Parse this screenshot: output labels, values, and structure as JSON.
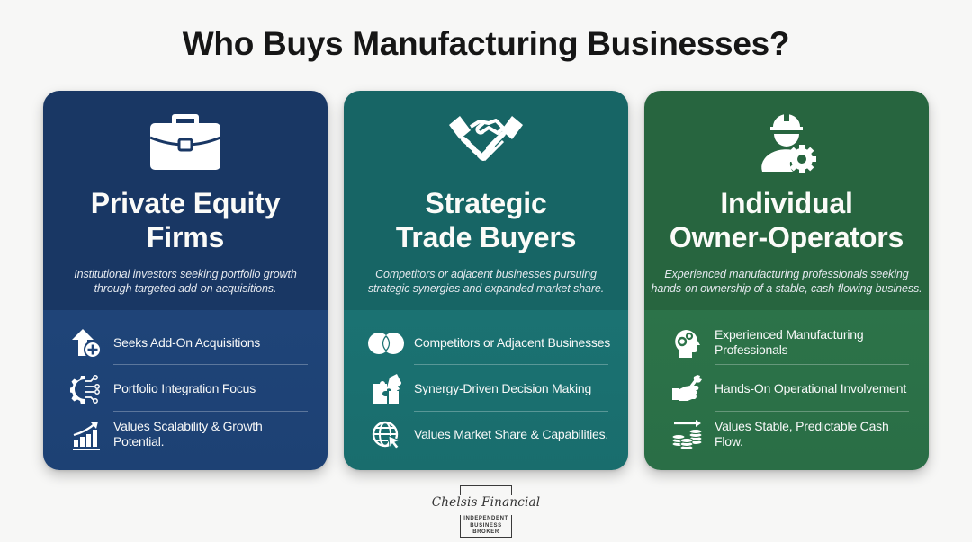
{
  "header": {
    "title": "Who Buys Manufacturing Businesses?"
  },
  "cards": [
    {
      "title_line1": "Private Equity",
      "title_line2": "Firms",
      "icon": "briefcase-icon",
      "color_top": "#193764",
      "color_bottom": "#1f4478",
      "description_line1": "Institutional investors seeking portfolio growth",
      "description_line2": "through targeted add-on acquisitions.",
      "items": [
        {
          "icon": "arrow-up-plus-icon",
          "label": "Seeks Add-On Acquisitions"
        },
        {
          "icon": "gear-circuit-icon",
          "label": "Portfolio Integration Focus"
        },
        {
          "icon": "growth-chart-icon",
          "label": "Values Scalability & Growth Potential."
        }
      ]
    },
    {
      "title_line1": "Strategic",
      "title_line2": "Trade Buyers",
      "icon": "handshake-icon",
      "color_top": "#176565",
      "color_bottom": "#1b7272",
      "description_line1": "Competitors or adjacent businesses pursuing",
      "description_line2": "strategic synergies and expanded market share.",
      "items": [
        {
          "icon": "overlapping-circles-icon",
          "label": "Competitors or Adjacent Businesses"
        },
        {
          "icon": "puzzle-icon",
          "label": "Synergy-Driven Decision Making"
        },
        {
          "icon": "globe-cursor-icon",
          "label": "Values Market Share & Capabilities."
        }
      ]
    },
    {
      "title_line1": "Individual",
      "title_line2": "Owner-Operators",
      "icon": "worker-gear-icon",
      "color_top": "#27653f",
      "color_bottom": "#2c7349",
      "description_line1": "Experienced manufacturing professionals seeking",
      "description_line2": "hands-on ownership of a stable, cash-flowing business.",
      "items": [
        {
          "icon": "head-gears-icon",
          "label": "Experienced Manufacturing Professionals"
        },
        {
          "icon": "hand-wrench-icon",
          "label": "Hands-On Operational Involvement"
        },
        {
          "icon": "coins-arrow-icon",
          "label": "Values Stable, Predictable Cash Flow."
        }
      ]
    }
  ],
  "logo": {
    "name": "Chelsis Financial",
    "subtitle_line1": "INDEPENDENT",
    "subtitle_line2": "BUSINESS",
    "subtitle_line3": "BROKER"
  }
}
